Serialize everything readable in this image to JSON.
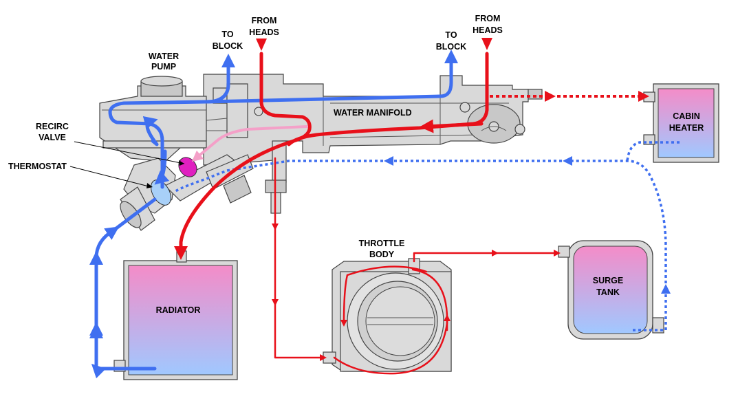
{
  "labels": {
    "water_pump": [
      "WATER",
      "PUMP"
    ],
    "to_block_left": [
      "TO",
      "BLOCK"
    ],
    "from_heads_left": [
      "FROM",
      "HEADS"
    ],
    "to_block_right": [
      "TO",
      "BLOCK"
    ],
    "from_heads_right": [
      "FROM",
      "HEADS"
    ],
    "water_manifold": "WATER MANIFOLD",
    "recirc_valve": [
      "RECIRC",
      "VALVE"
    ],
    "thermostat": "THERMOSTAT",
    "cabin_heater": [
      "CABIN",
      "HEATER"
    ],
    "radiator": "RADIATOR",
    "throttle_body": [
      "THROTTLE",
      "BODY"
    ],
    "surge_tank": [
      "SURGE",
      "TANK"
    ]
  },
  "colors": {
    "hot_coolant": "#e8101a",
    "cold_coolant": "#3f6ff0",
    "recirc_flow": "#f4a0c8",
    "recirc_valve": "#e020c0",
    "thermostat": "#a8d0f8",
    "tank_top": "#f48cc8",
    "tank_bottom": "#a0c8ff",
    "metal": "#d9d9d9"
  }
}
